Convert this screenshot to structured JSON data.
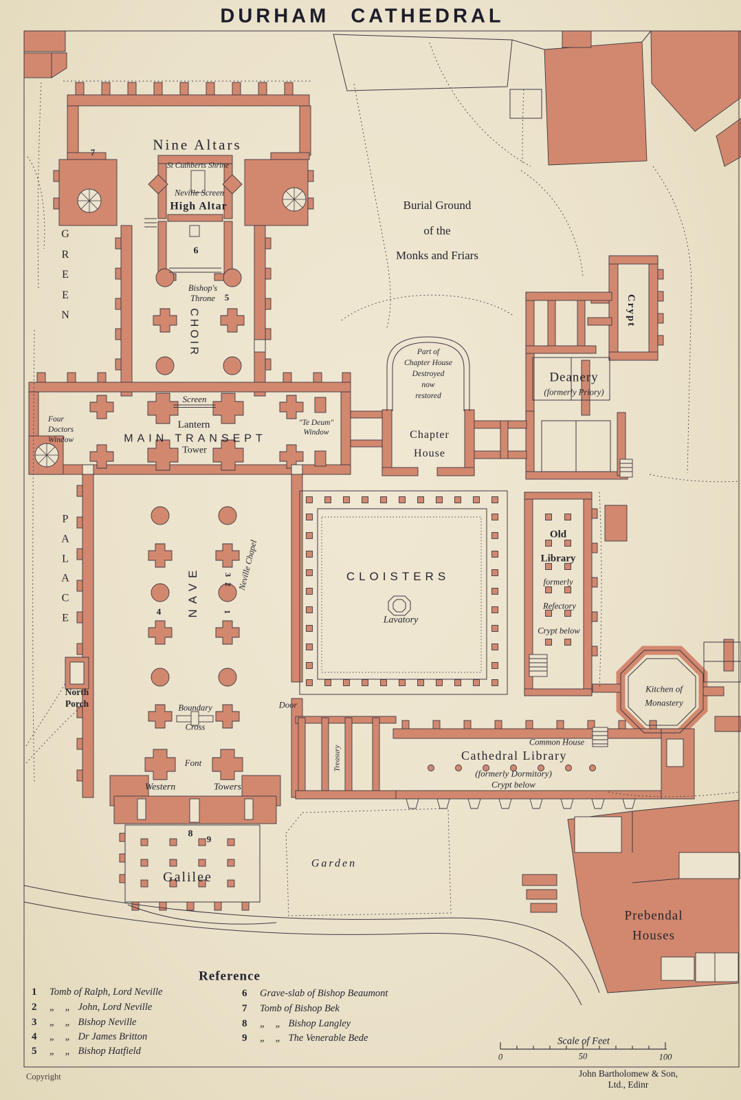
{
  "title": "DURHAM CATHEDRAL",
  "map": {
    "labels": {
      "nine_altars": "Nine Altars",
      "st_cuthberts_shrine": "St Cuthberts Shrine",
      "neville_screen": "Neville Screen",
      "high_altar": "High Altar",
      "green": "G\nR\nE\nE\nN",
      "bishops_throne": "Bishop's\nThrone",
      "choir": "CHOIR",
      "burial_ground": "Burial Ground\nof the\nMonks and Friars",
      "crypt": "Crypt",
      "deanery": "Deanery",
      "deanery_sub": "(formerly Priory)",
      "chapter_house_destroyed": "Part of\nChapter House\nDestroyed\nnow\nrestored",
      "chapter_house": "Chapter\nHouse",
      "screen": "Screen",
      "four_doctors_window": "Four\nDoctors\nWindow",
      "lantern": "Lantern",
      "main_transept": "MAIN TRANSEPT",
      "tower": "Tower",
      "te_deum_window": "\"Te Deum\"\nWindow",
      "palace": "P\nA\nL\nA\nC\nE",
      "nave": "NAVE",
      "neville_chapel": "Neville Chapel",
      "cloisters": "CLOISTERS",
      "lavatory": "Lavatory",
      "old_library": "Old\nLibrary",
      "old_library_formerly": "formerly",
      "old_library_refectory": "Refectory",
      "old_library_crypt": "Crypt below",
      "north_porch": "North\nPorch",
      "boundary": "Boundary",
      "cross": "Cross",
      "door": "Door",
      "kitchen": "Kitchen of\nMonastery",
      "font": "Font",
      "western": "Western",
      "towers": "Towers",
      "treasury": "Treasury",
      "common_house": "Common House",
      "cathedral_library": "Cathedral Library",
      "cathedral_library_sub": "(formerly Dormitory)\nCrypt below",
      "galilee": "Galilee",
      "garden": "Garden",
      "prebendal_houses": "Prebendal\nHouses"
    },
    "markers": {
      "m1": "1",
      "m2": "2",
      "m3": "3",
      "m4": "4",
      "m5": "5",
      "m6": "6",
      "m7": "7",
      "m8": "8",
      "m9": "9"
    }
  },
  "reference": {
    "title": "Reference",
    "col1": [
      {
        "num": "1",
        "text": "Tomb of Ralph, Lord Neville"
      },
      {
        "num": "2",
        "text": "„    „   John, Lord Neville"
      },
      {
        "num": "3",
        "text": "„    „   Bishop Neville"
      },
      {
        "num": "4",
        "text": "„    „   Dr James Britton"
      },
      {
        "num": "5",
        "text": "„    „   Bishop Hatfield"
      }
    ],
    "col2": [
      {
        "num": "6",
        "text": "Grave-slab of Bishop Beaumont"
      },
      {
        "num": "7",
        "text": "Tomb of Bishop Bek"
      },
      {
        "num": "8",
        "text": "„    „   Bishop Langley"
      },
      {
        "num": "9",
        "text": "„    „   The Venerable Bede"
      }
    ]
  },
  "scale": {
    "label": "Scale of Feet",
    "t0": "0",
    "t50": "50",
    "t100": "100"
  },
  "footer": {
    "copyright": "Copyright",
    "publisher": "John Bartholomew & Son, Ltd., Edinr"
  },
  "colors": {
    "paper": "#ebe2cb",
    "building": "#d2886e",
    "ink": "#24242f"
  }
}
